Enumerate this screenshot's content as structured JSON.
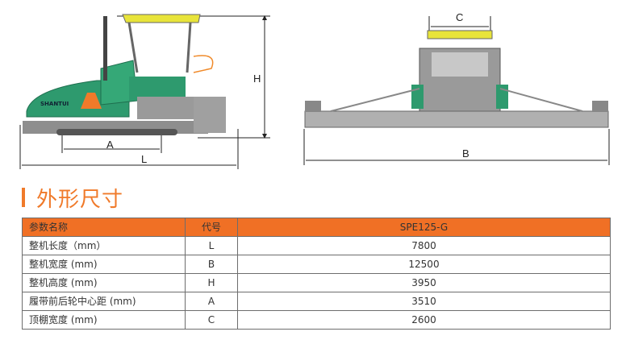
{
  "figure_labels": {
    "A": "A",
    "L": "L",
    "H": "H",
    "C": "C",
    "B": "B"
  },
  "section_title": "外形尺寸",
  "brand_on_machine": "SHANTUI",
  "table": {
    "headers": [
      "参数名称",
      "代号",
      "SPE125-G"
    ],
    "rows": [
      {
        "name": "整机长度（mm）",
        "code": "L",
        "value": "7800"
      },
      {
        "name": "整机宽度 (mm)",
        "code": "B",
        "value": "12500"
      },
      {
        "name": "整机高度 (mm)",
        "code": "H",
        "value": "3950"
      },
      {
        "name": "履带前后轮中心距 (mm)",
        "code": "A",
        "value": "3510"
      },
      {
        "name": "顶棚宽度 (mm)",
        "code": "C",
        "value": "2600"
      }
    ]
  },
  "colors": {
    "accent": "#f07025",
    "machine_green": "#2e9a6e",
    "canopy": "#e8e43a"
  }
}
